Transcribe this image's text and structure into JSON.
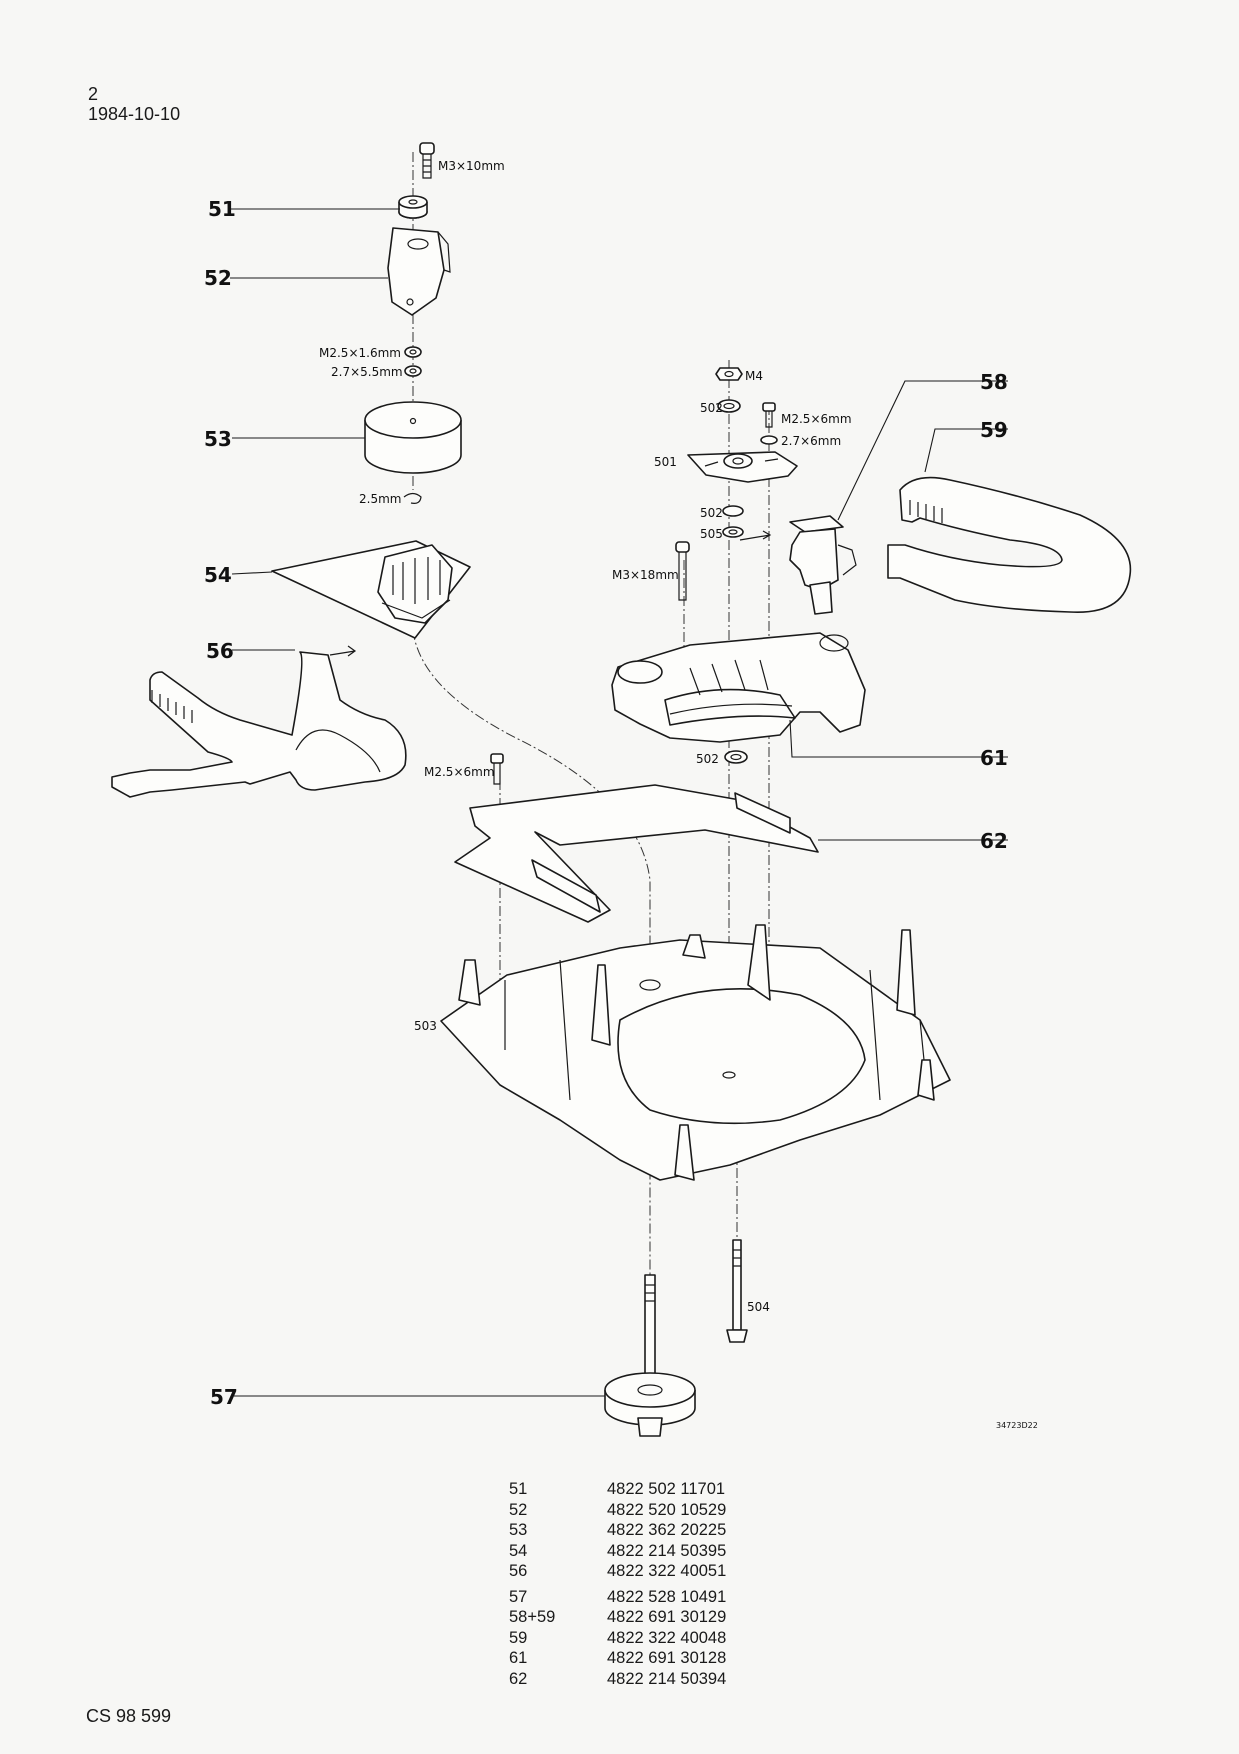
{
  "header": {
    "page": "2",
    "date": "1984-10-10"
  },
  "footer": {
    "code": "CS 98 599"
  },
  "drawing_ref": "34723D22",
  "callouts": [
    "51",
    "52",
    "53",
    "54",
    "56",
    "57",
    "58",
    "59",
    "61",
    "62"
  ],
  "labels": {
    "screw_m3x10": "M3×10mm",
    "washer_m25x16": "M2.5×1.6mm",
    "washer_27x55": "2.7×5.5mm",
    "clip_25": "2.5mm",
    "nut_m4": "M4",
    "ref_502_a": "502",
    "ref_501": "501",
    "screw_m25x6_a": "M2.5×6mm",
    "washer_27x6": "2.7×6mm",
    "ref_502_b": "502",
    "ref_505": "505",
    "screw_m3x18": "M3×18mm",
    "ref_502_c": "502",
    "screw_m25x6_b": "M2.5×6mm",
    "ref_503": "503",
    "ref_504": "504"
  },
  "parts_table": [
    {
      "item": "51",
      "code": "4822 502 11701"
    },
    {
      "item": "52",
      "code": "4822 520 10529"
    },
    {
      "item": "53",
      "code": "4822 362 20225"
    },
    {
      "item": "54",
      "code": "4822 214 50395"
    },
    {
      "item": "56",
      "code": "4822 322 40051"
    },
    {
      "item": "57",
      "code": "4822 528 10491"
    },
    {
      "item": "58+59",
      "code": "4822 691 30129"
    },
    {
      "item": "59",
      "code": "4822 322 40048"
    },
    {
      "item": "61",
      "code": "4822 691 30128"
    },
    {
      "item": "62",
      "code": "4822 214 50394"
    }
  ]
}
